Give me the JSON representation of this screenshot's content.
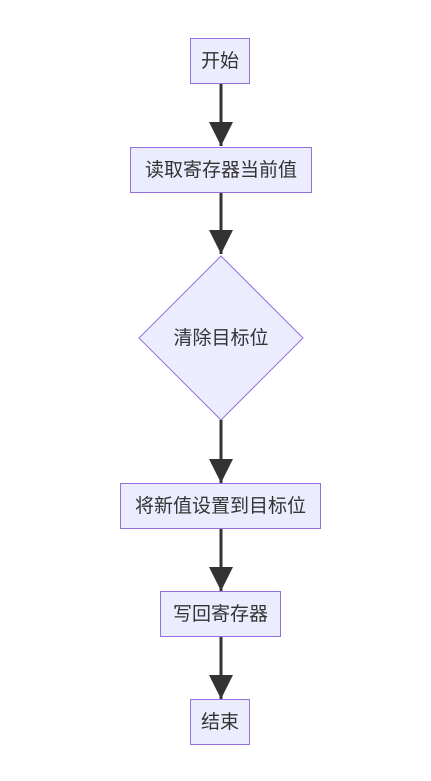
{
  "flowchart": {
    "nodes": {
      "start": "开始",
      "read_register": "读取寄存器当前值",
      "clear_target_bit": "清除目标位",
      "set_new_value": "将新值设置到目标位",
      "write_back": "写回寄存器",
      "end": "结束"
    },
    "edges": [
      [
        "start",
        "read_register"
      ],
      [
        "read_register",
        "clear_target_bit"
      ],
      [
        "clear_target_bit",
        "set_new_value"
      ],
      [
        "set_new_value",
        "write_back"
      ],
      [
        "write_back",
        "end"
      ]
    ],
    "colors": {
      "node_fill": "#ececff",
      "node_border": "#9370db",
      "text": "#333333",
      "edge": "#333333"
    }
  }
}
